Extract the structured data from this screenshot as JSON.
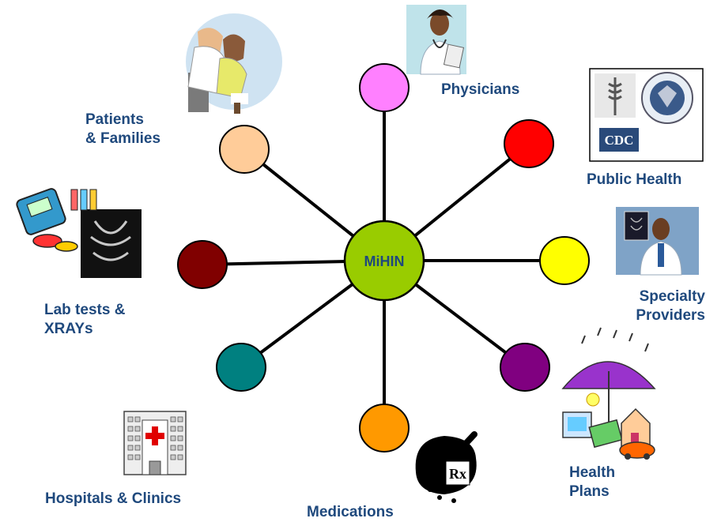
{
  "center": {
    "label": "MiHIN",
    "color": "#99cc00"
  },
  "label_color": "#1f497d",
  "nodes": [
    {
      "id": "physicians",
      "color": "#ff80ff",
      "label_lines": [
        "Physicians"
      ],
      "icon": "physician-icon"
    },
    {
      "id": "public-health",
      "color": "#ff0000",
      "label_lines": [
        "Public Health"
      ],
      "icon": "cdc-seal-icon",
      "icon_text": "CDC"
    },
    {
      "id": "specialty-providers",
      "color": "#ffff00",
      "label_lines": [
        "Specialty",
        "Providers"
      ],
      "icon": "doctor-xray-icon"
    },
    {
      "id": "health-plans",
      "color": "#800080",
      "label_lines": [
        "Health",
        "Plans"
      ],
      "icon": "umbrella-house-icon"
    },
    {
      "id": "medications",
      "color": "#ff9900",
      "label_lines": [
        "Medications"
      ],
      "icon": "mortar-pestle-rx-icon",
      "icon_text": "Rx"
    },
    {
      "id": "hospitals-clinics",
      "color": "#008080",
      "label_lines": [
        "Hospitals & Clinics"
      ],
      "icon": "hospital-building-icon"
    },
    {
      "id": "lab-tests-xrays",
      "color": "#800000",
      "label_lines": [
        "Lab tests &",
        "XRAYs"
      ],
      "icon": "lab-xray-icon"
    },
    {
      "id": "patients-families",
      "color": "#ffcc99",
      "label_lines": [
        "Patients",
        "& Families"
      ],
      "icon": "patient-family-icon"
    }
  ]
}
